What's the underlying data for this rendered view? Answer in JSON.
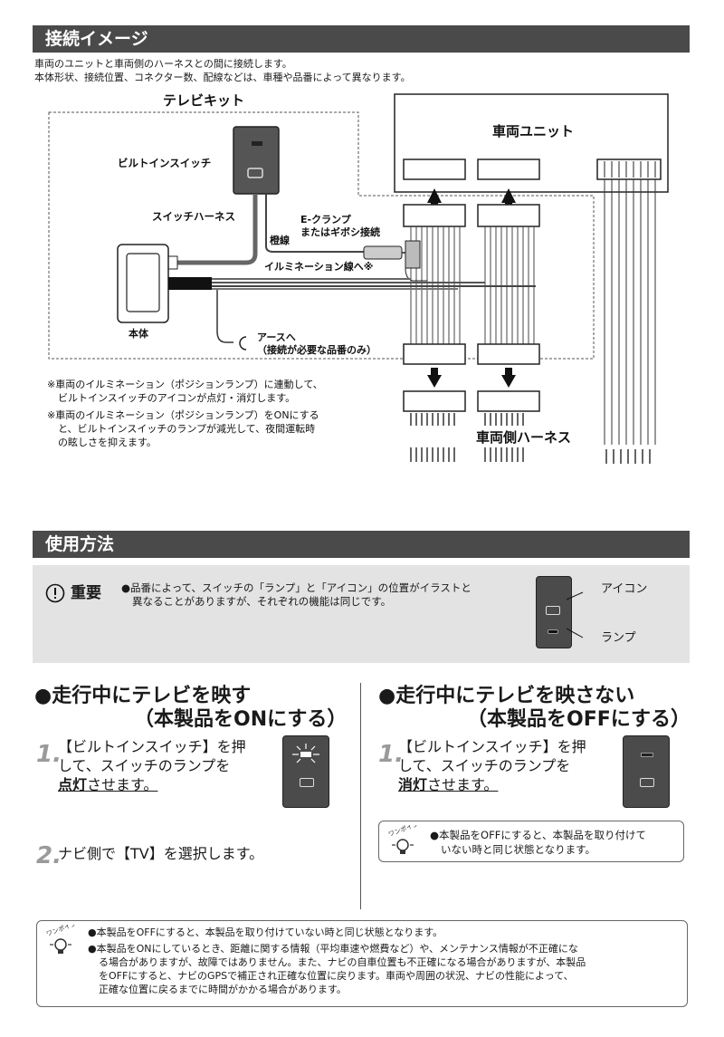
{
  "section1": {
    "title": "接続イメージ",
    "desc_line1": "車両のユニットと車両側のハーネスとの間に接続します。",
    "desc_line2": "本体形状、接続位置、コネクター数、配線などは、車種や品番によって異なります。"
  },
  "diagram": {
    "kit_label": "テレビキット",
    "builtin_switch": "ビルトインスイッチ",
    "switch_harness": "スイッチハーネス",
    "orange_wire": "橙線",
    "eclamp_line1": "E-クランプ",
    "eclamp_line2": "またはギボシ接続",
    "illumination": "イルミネーション線へ※",
    "main_unit": "本体",
    "earth_line1": "アースへ",
    "earth_line2": "（接続が必要な品番のみ）",
    "vehicle_unit": "車両ユニット",
    "vehicle_harness": "車両側ハーネス",
    "note1_line1": "※車両のイルミネーション（ポジションランプ）に連動して、",
    "note1_line2": "ビルトインスイッチのアイコンが点灯・消灯します。",
    "note2_line1": "※車両のイルミネーション（ポジションランプ）をONにする",
    "note2_line2": "と、ビルトインスイッチのランプが減光して、夜間運転時",
    "note2_line3": "の眩しさを抑えます。"
  },
  "section2": {
    "title": "使用方法",
    "important_label": "重要",
    "important_line1": "●品番によって、スイッチの「ランプ」と「アイコン」の位置がイラストと",
    "important_line2": "異なることがありますが、それぞれの機能は同じです。",
    "icon_label": "アイコン",
    "lamp_label": "ランプ"
  },
  "left_col": {
    "title_line1": "●走行中にテレビを映す",
    "title_line2": "（本製品をONにする）",
    "step1_num": "1.",
    "step1_line1": "【ビルトインスイッチ】を押",
    "step1_line2": "して、スイッチのランプを",
    "step1_emph": "点灯",
    "step1_tail": "させます。",
    "step2_num": "2.",
    "step2_text": "ナビ側で【TV】を選択します。"
  },
  "right_col": {
    "title_line1": "●走行中にテレビを映さない",
    "title_line2": "（本製品をOFFにする）",
    "step1_num": "1.",
    "step1_line1": "【ビルトインスイッチ】を押",
    "step1_line2": "して、スイッチのランプを",
    "step1_emph": "消灯",
    "step1_tail": "させます。",
    "tip_line1": "●本製品をOFFにすると、本製品を取り付けて",
    "tip_line2": "いない時と同じ状態となります。"
  },
  "onepoint_label": "ワンポイント",
  "bottom_note": {
    "line1": "●本製品をOFFにすると、本製品を取り付けていない時と同じ状態となります。",
    "line2": "●本製品をONにしているとき、距離に関する情報（平均車速や燃費など）や、メンテナンス情報が不正確にな",
    "line3": "る場合がありますが、故障ではありません。また、ナビの自車位置も不正確になる場合がありますが、本製品",
    "line4": "をOFFにすると、ナビのGPSで補正され正確な位置に戻ります。車両や周囲の状況、ナビの性能によって、",
    "line5": "正確な位置に戻るまでに時間がかかる場合があります。"
  }
}
